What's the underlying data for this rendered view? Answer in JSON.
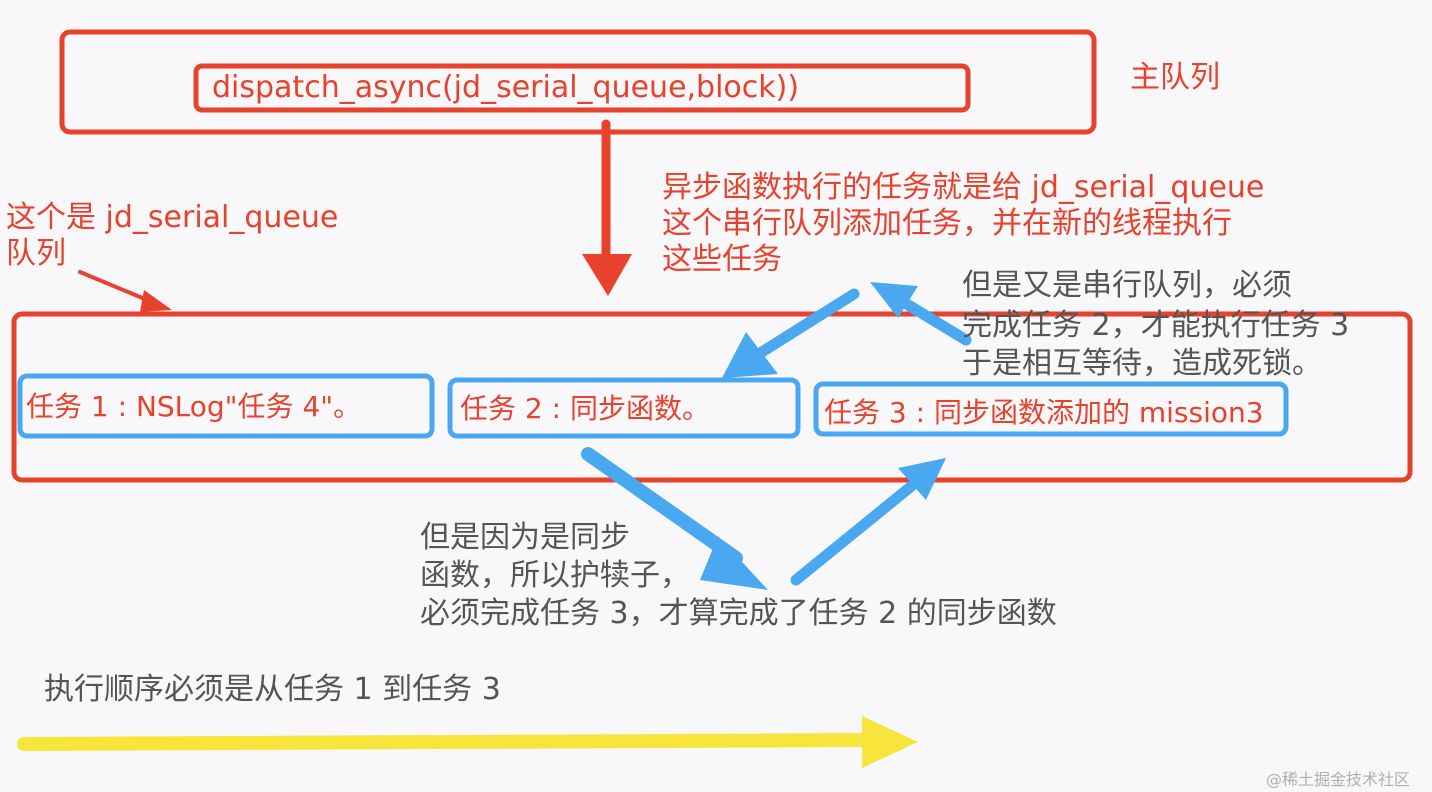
{
  "main_queue": {
    "label": "主队列",
    "call": "dispatch_async(jd_serial_queue,block))"
  },
  "serial_queue": {
    "label_line1": "这个是 jd_serial_queue",
    "label_line2": "队列"
  },
  "async_note": {
    "line1": "异步函数执行的任务就是给 jd_serial_queue",
    "line2": "这个串行队列添加任务，并在新的线程执行",
    "line3": "这些任务"
  },
  "deadlock_note": {
    "line1": "但是又是串行队列，必须",
    "line2": "完成任务 2，才能执行任务 3",
    "line3": "于是相互等待，造成死锁。"
  },
  "tasks": [
    {
      "label": "任务 1 : NSLog\"任务 4\"。"
    },
    {
      "label": "任务 2 : 同步函数。"
    },
    {
      "label": "任务 3 : 同步函数添加的 mission3"
    }
  ],
  "sync_note": {
    "line1": "但是因为是同步",
    "line2": "函数，所以护犊子，",
    "line3": "必须完成任务 3，才算完成了任务 2 的同步函数"
  },
  "order_note": "执行顺序必须是从任务 1 到任务 3",
  "watermark": "@稀土掘金技术社区",
  "colors": {
    "red": "#e8412c",
    "blue": "#4aa8f0",
    "yellow": "#f7e53b",
    "gray_text": "#555555"
  }
}
